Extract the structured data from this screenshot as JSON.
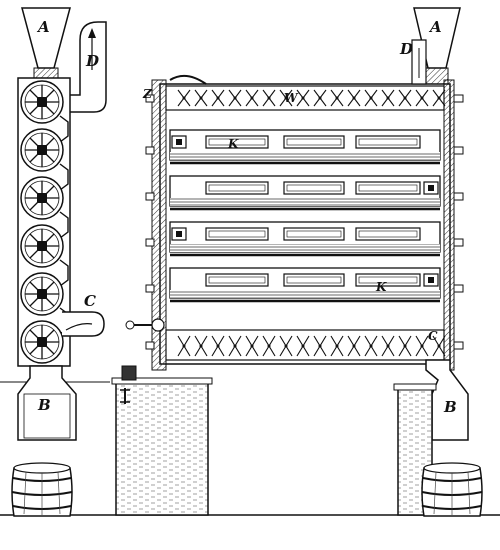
{
  "labels": {
    "hopper_left": "A",
    "hopper_right": "A",
    "outlet_left": "B",
    "outlet_right": "B",
    "duct_left_low": "C",
    "duct_right_low": "C",
    "duct_left_top": "D",
    "duct_right_top": "D",
    "shaft_top": "Z",
    "top_roller": "W",
    "cylinder_1": "K",
    "cylinder_4": "K"
  },
  "colors": {
    "ink": "#111111",
    "paper": "#ffffff",
    "shade": "#555555"
  }
}
